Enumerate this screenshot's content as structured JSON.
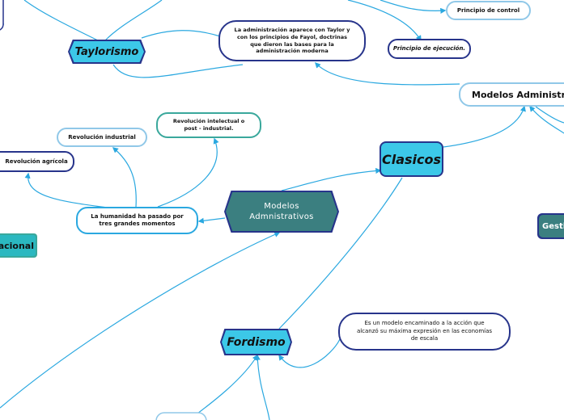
{
  "nodes": {
    "taylorismo": "Taylorismo",
    "administracion_taylor": "La administración aparece con Taylor y con los principios de Fayol, doctrinas que dieron las bases para la administración moderna",
    "principio_control": "Principio de control",
    "principio_ejecucion": "Principio de ejecución.",
    "modelos_administra": "Modelos Administra",
    "revolucion_intelectual": "Revolución intelectual o post - industrial.",
    "revolucion_industrial": "Revolución industrial",
    "revolucion_agricola": "Revolución agrícola",
    "clasicos": "Clasicos",
    "modelos_admnistrativos": "Modelos Admnistrativos",
    "humanidad": "La humanidad ha pasado por tres grandes momentos",
    "zacional": "zacional",
    "gesti": "Gesti",
    "fordismo": "Fordismo",
    "fordismo_desc": "Es un modelo encaminado a la acción que alcanzó su máxima expresión en las economías de escala"
  },
  "colors": {
    "connector": "#2aa8e0",
    "dark_border": "#27348b",
    "light_border": "#90c8e8",
    "teal_border": "#3aa89c",
    "cyan_fill": "#3cc8e8",
    "teal_fill": "#3b7f80",
    "teal_bright_fill": "#2bb8c0"
  }
}
